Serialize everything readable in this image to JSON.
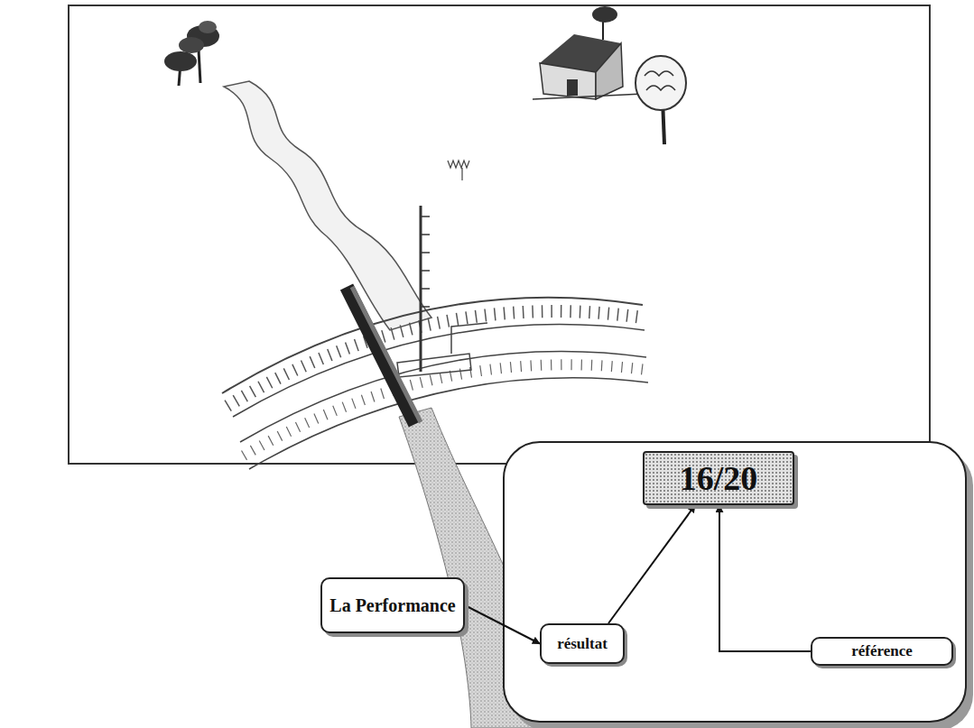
{
  "diagram": {
    "nodes": [
      {
        "text": [
          "La Performance"
        ]
      },
      {
        "text": [
          "16/20"
        ]
      },
      {
        "text": [
          "résultat"
        ]
      },
      {
        "text": [
          "référence"
        ]
      }
    ],
    "edges": [
      {
        "from": 0,
        "to": 2,
        "arrow": "to"
      },
      {
        "from": 2,
        "to": 1,
        "arrow": "to"
      },
      {
        "from": 3,
        "to": 1,
        "arrow": "to"
      }
    ]
  }
}
